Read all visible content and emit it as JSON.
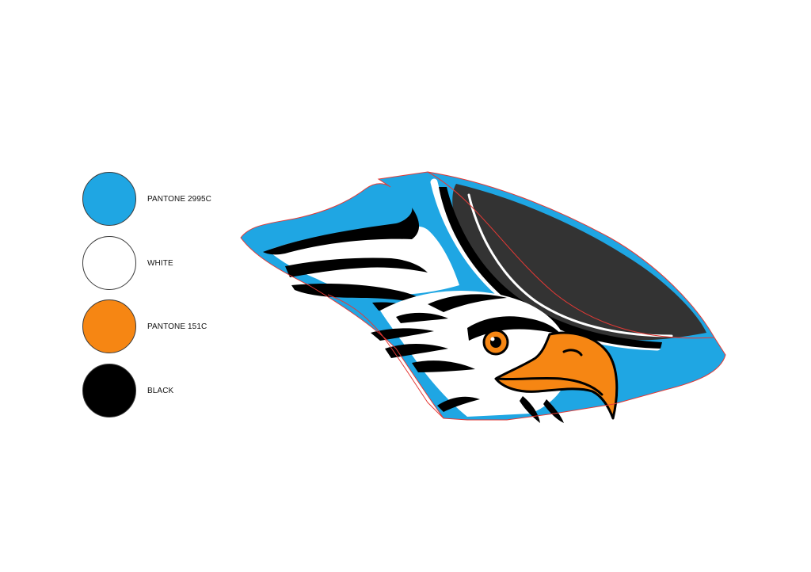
{
  "colors": {
    "blue": "#1fa6e3",
    "white": "#ffffff",
    "orange": "#f68613",
    "black": "#000000",
    "dark_grey": "#333333",
    "outline_red": "#e53935"
  },
  "swatches": [
    {
      "label": "PANTONE 2995C",
      "color": "#1fa6e3"
    },
    {
      "label": "WHITE",
      "color": "#ffffff"
    },
    {
      "label": "PANTONE 151C",
      "color": "#f68613"
    },
    {
      "label": "BLACK",
      "color": "#000000"
    }
  ],
  "artwork": {
    "subject": "eagle-head-canopy-graphic"
  }
}
